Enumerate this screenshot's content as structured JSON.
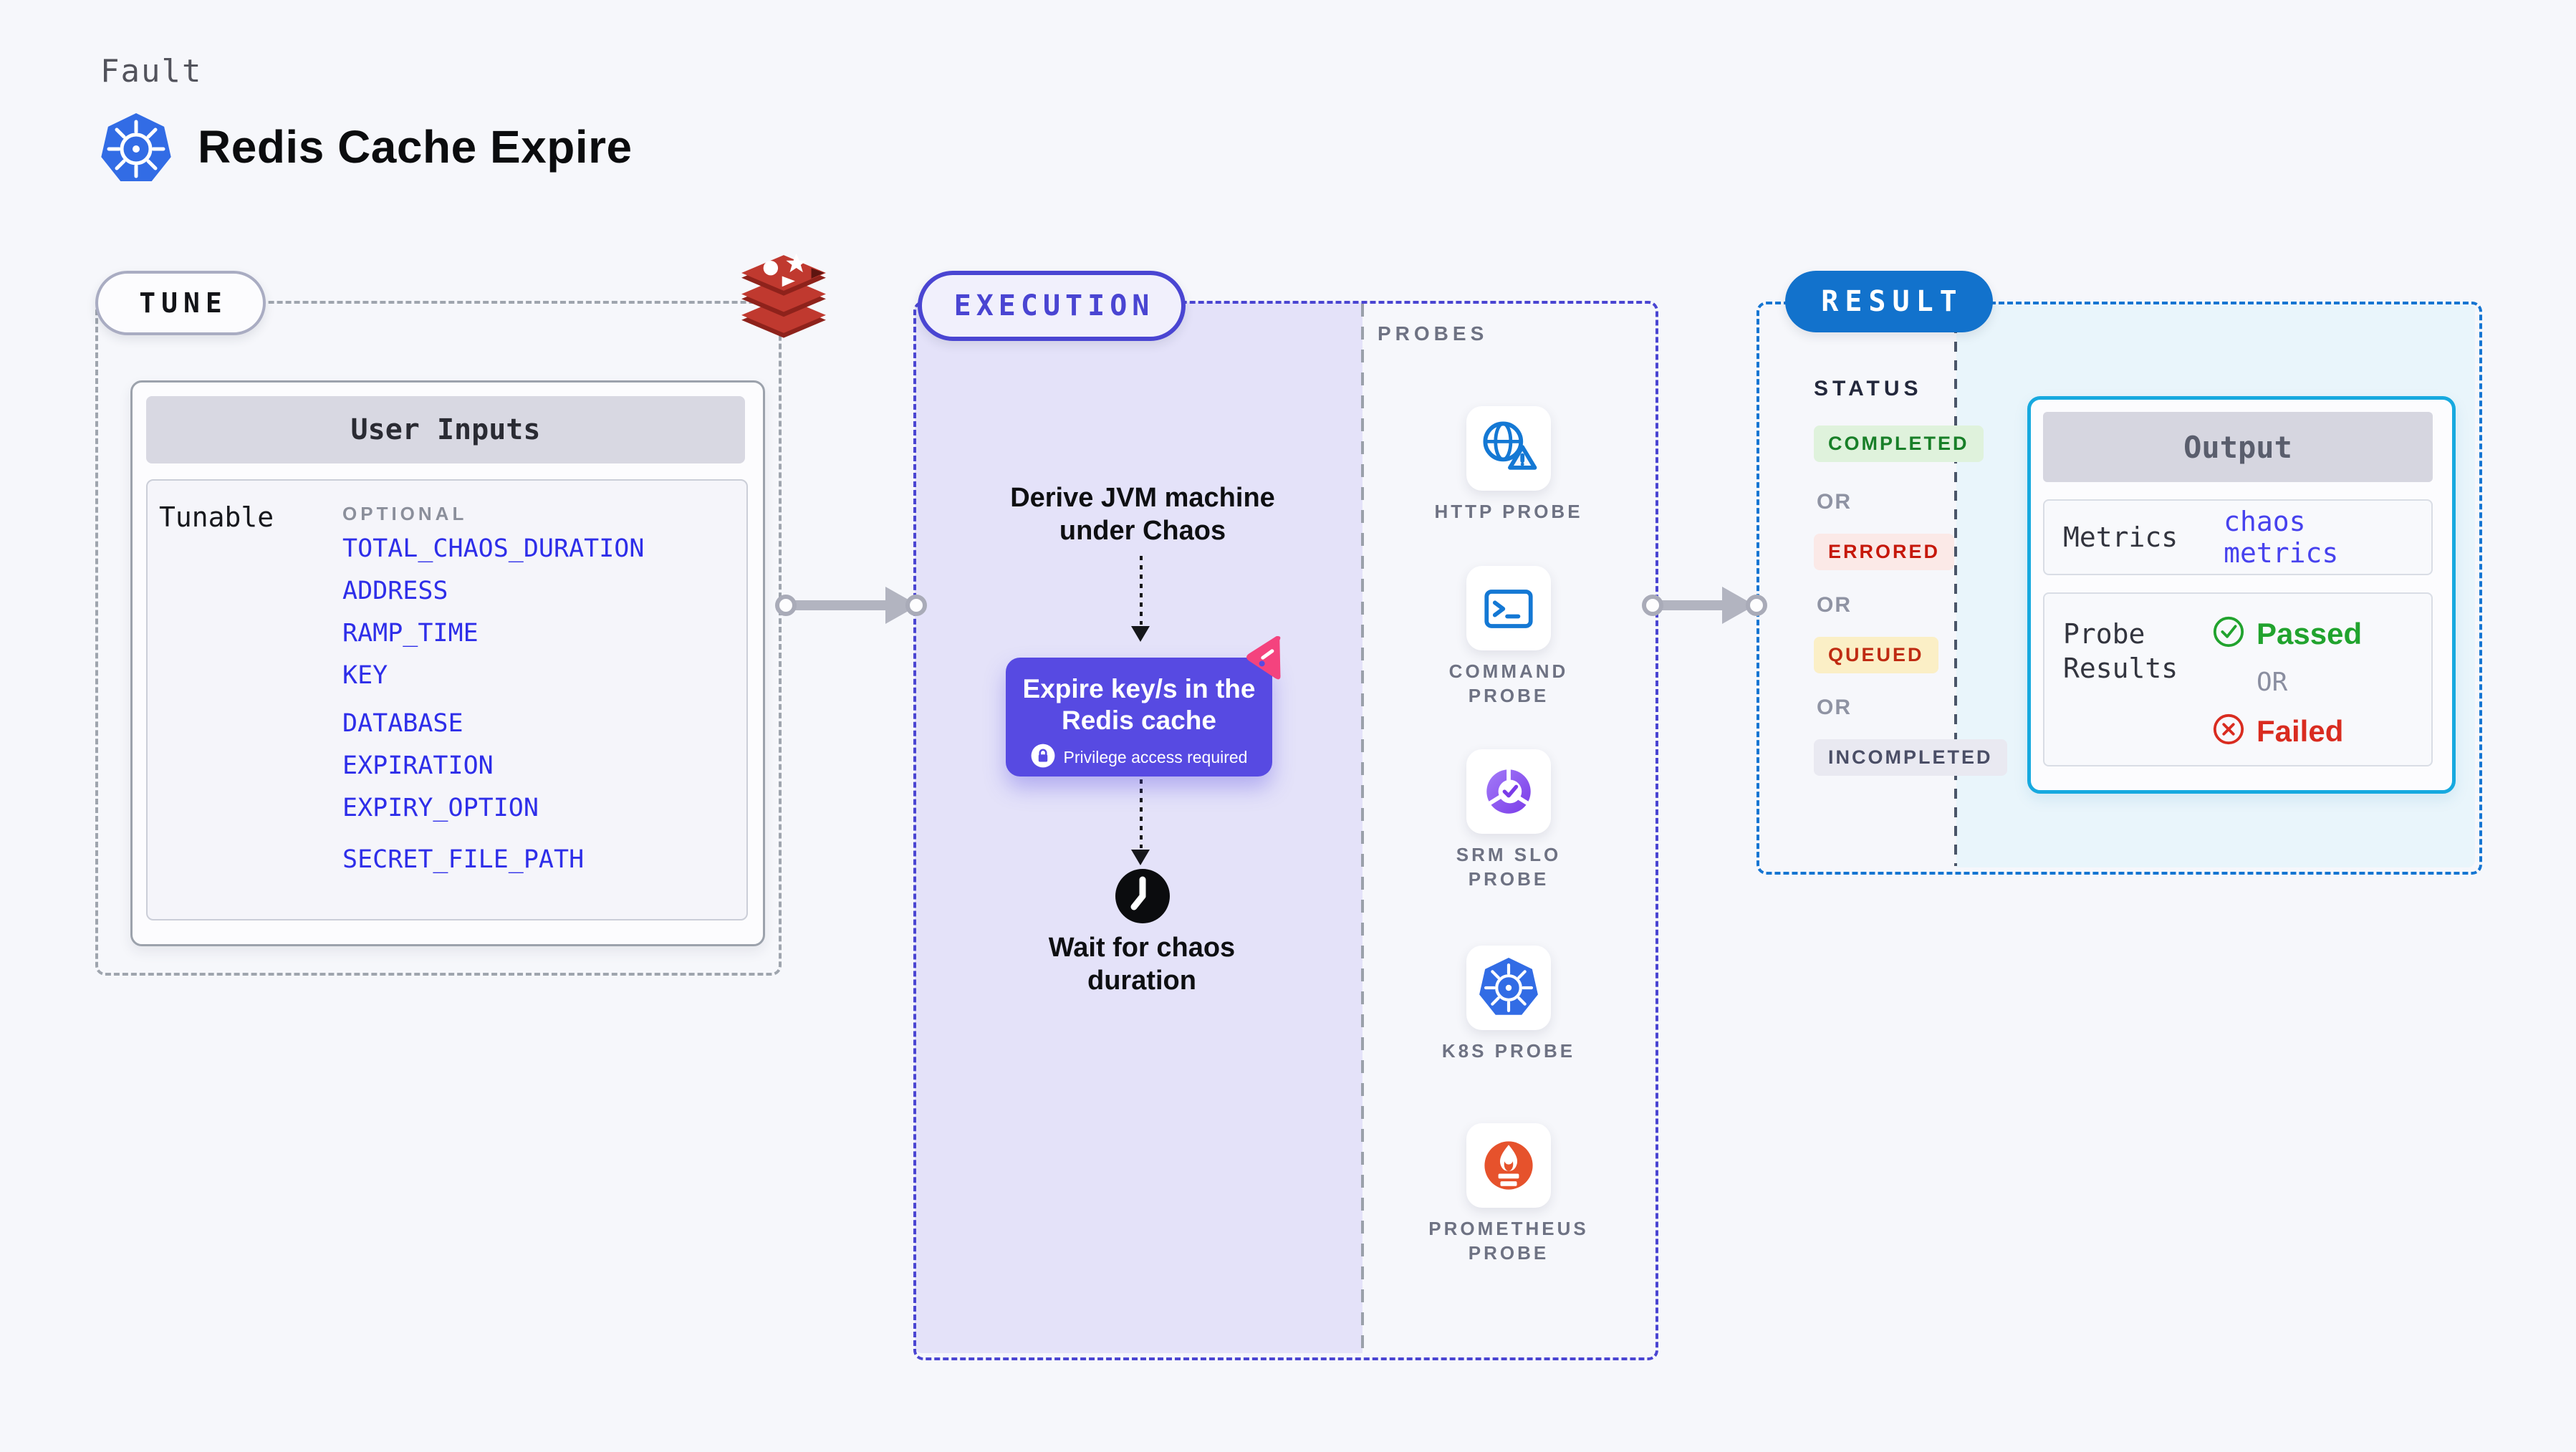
{
  "header": {
    "eyebrow": "Fault",
    "title": "Redis Cache Expire",
    "title_icon": "kubernetes-icon"
  },
  "tune": {
    "badge": "TUNE",
    "section_icon": "redis-icon",
    "card": {
      "title": "User Inputs",
      "row_label": "Tunable",
      "group_label": "OPTIONAL",
      "env_vars": [
        "TOTAL_CHAOS_DURATION",
        "ADDRESS",
        "RAMP_TIME",
        "KEY",
        "DATABASE",
        "EXPIRATION",
        "EXPIRY_OPTION",
        "SECRET_FILE_PATH"
      ]
    }
  },
  "execution": {
    "badge": "EXECUTION",
    "step1": "Derive JVM machine under Chaos",
    "step2": {
      "title": "Expire key/s in the Redis cache",
      "note": "Privilege access required",
      "note_icon": "lock-icon",
      "corner_icon": "chaos-litmus-icon"
    },
    "step3": {
      "label": "Wait for chaos duration",
      "icon": "clock-icon"
    },
    "probes": {
      "label": "PROBES",
      "items": [
        {
          "label": "HTTP PROBE",
          "icon": "http-probe-icon"
        },
        {
          "label": "COMMAND PROBE",
          "icon": "command-probe-icon"
        },
        {
          "label": "SRM SLO PROBE",
          "icon": "srm-slo-probe-icon"
        },
        {
          "label": "K8S PROBE",
          "icon": "k8s-probe-icon"
        },
        {
          "label": "PROMETHEUS PROBE",
          "icon": "prometheus-probe-icon"
        }
      ]
    }
  },
  "result": {
    "badge": "RESULT",
    "status": {
      "label": "STATUS",
      "separator": "OR",
      "items": [
        {
          "label": "COMPLETED",
          "bg": "#DFF2DC",
          "color": "#187F28"
        },
        {
          "label": "ERRORED",
          "bg": "#FBE9E7",
          "color": "#C6180B"
        },
        {
          "label": "QUEUED",
          "bg": "#FBEFC6",
          "color": "#BF2B12"
        },
        {
          "label": "INCOMPLETED",
          "bg": "#E9E9F1",
          "color": "#4A4E66"
        }
      ]
    },
    "output": {
      "title": "Output",
      "metrics_label": "Metrics",
      "metrics_link": "chaos metrics",
      "probe_results_label": "Probe Results",
      "passed": "Passed",
      "or": "OR",
      "failed": "Failed",
      "passed_color": "#21A32E",
      "failed_color": "#D92C20"
    }
  },
  "colors": {
    "page_bg": "#F6F7FB",
    "lavender_fill": "#E4E2F9",
    "indigo_accent": "#4A45D2",
    "purple_step": "#574AE2",
    "link_blue": "#2E2EE9",
    "result_blue": "#1272CC",
    "cyan_border": "#17A9DF",
    "cyan_fill": "#E9F5FB",
    "probe_icon_blue": "#1478D4",
    "prometheus_orange": "#E6522C",
    "kubernetes_blue": "#326CE5",
    "redis_red": "#C63A30",
    "chaos_pink": "#F4437E"
  }
}
